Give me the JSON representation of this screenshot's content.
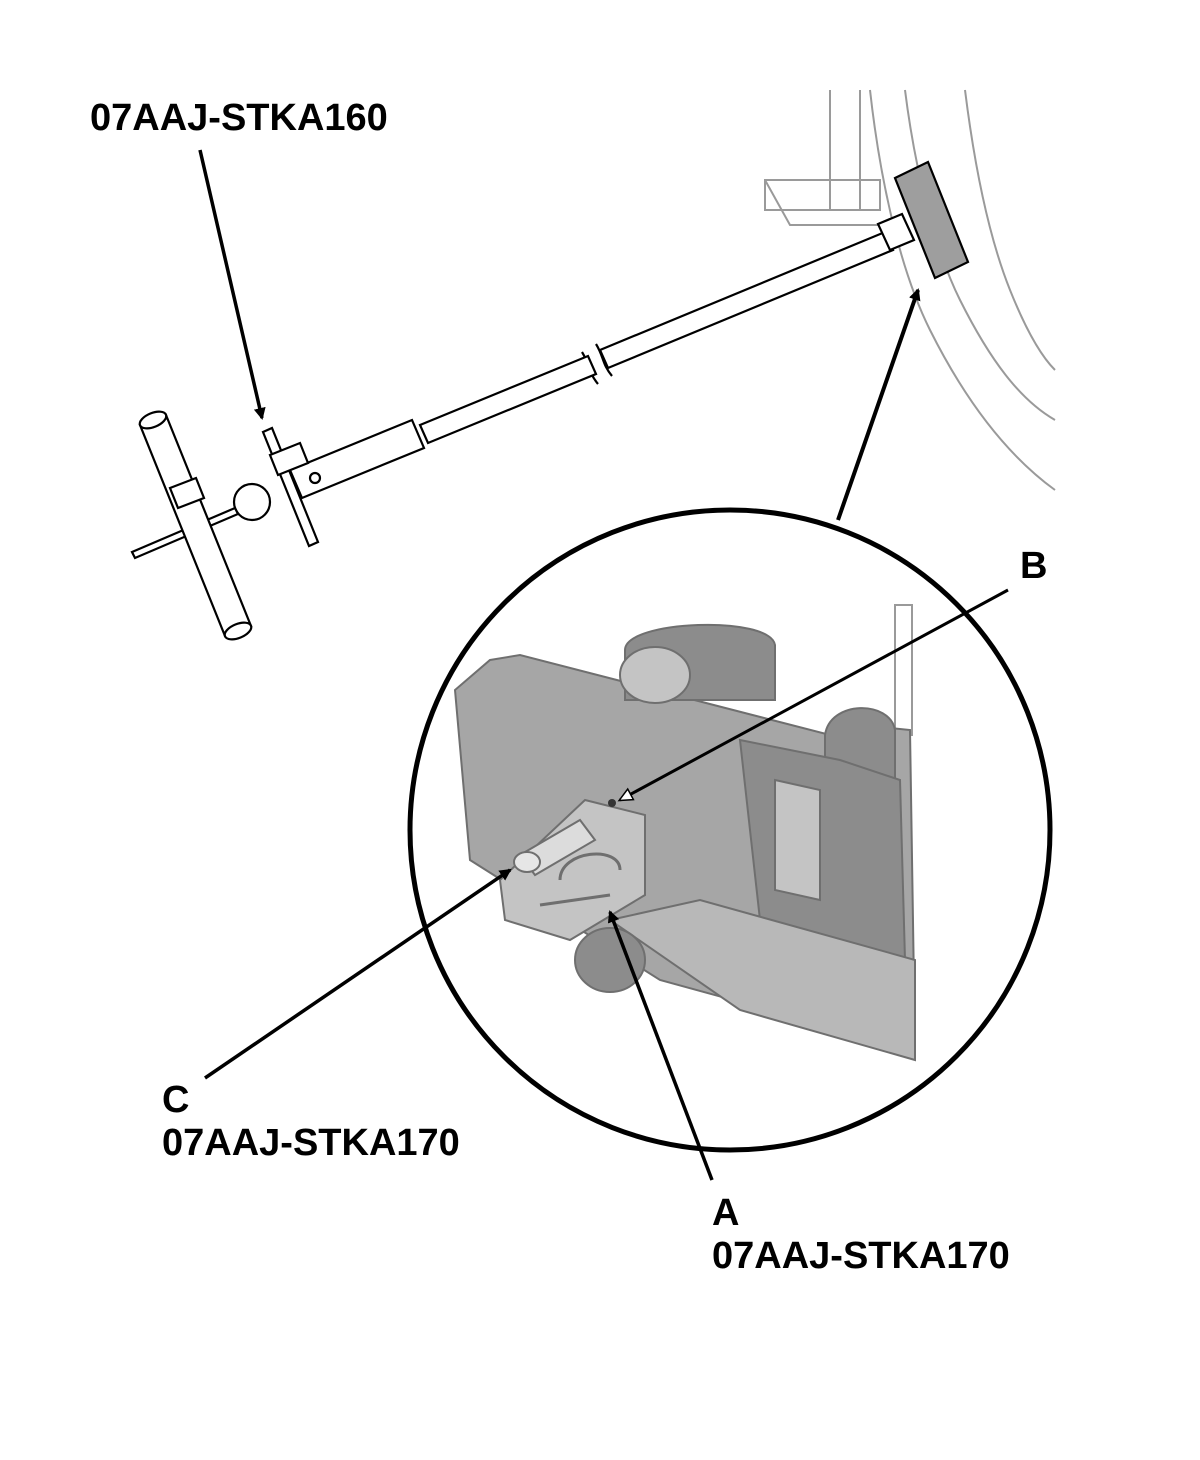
{
  "labels": {
    "tool_top": "07AAJ-STKA160",
    "b": "B",
    "c_letter": "C",
    "c_part": "07AAJ-STKA170",
    "a_letter": "A",
    "a_part": "07AAJ-STKA170"
  },
  "colors": {
    "line": "#000000",
    "outline_light": "#9a9a9a",
    "part_dark": "#8c8c8c",
    "part_mid": "#a6a6a6",
    "part_light": "#c4c4c4",
    "tool_fill": "#ffffff",
    "pad_fill": "#9e9e9e"
  }
}
